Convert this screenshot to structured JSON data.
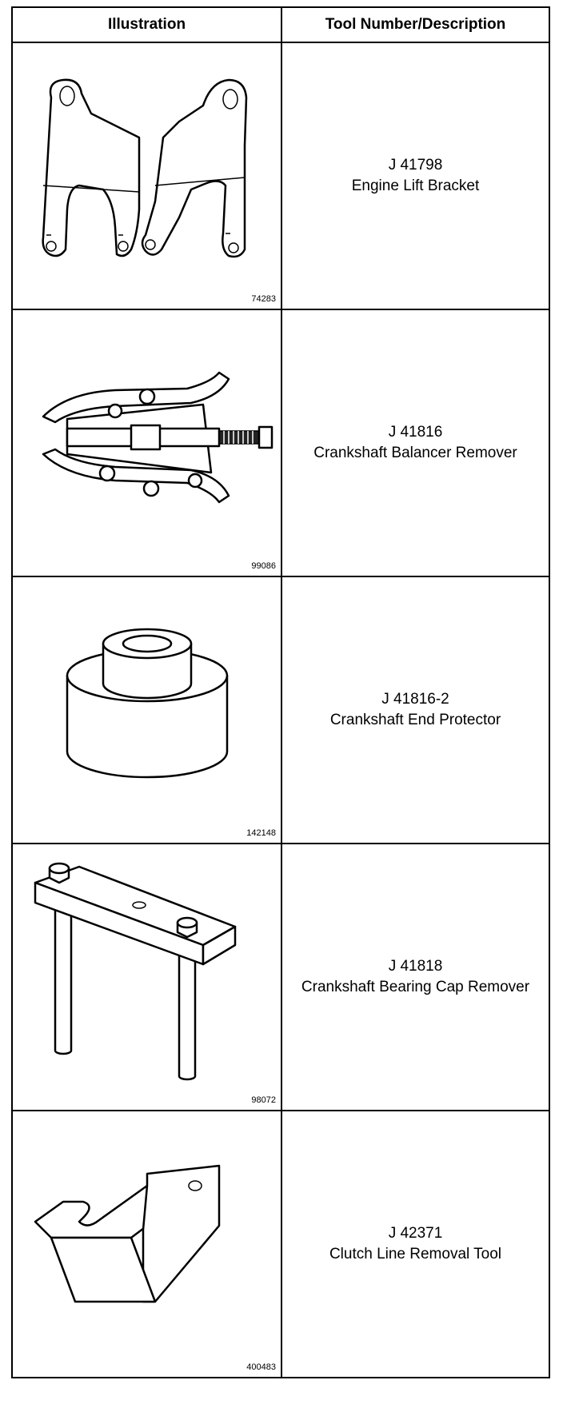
{
  "table": {
    "headers": {
      "illustration": "Illustration",
      "description": "Tool Number/Description"
    },
    "rows": [
      {
        "tool_number": "J 41798",
        "description": "Engine Lift Bracket",
        "figure_number": "74283",
        "icon": "engine-lift-bracket-illustration"
      },
      {
        "tool_number": "J 41816",
        "description": "Crankshaft Balancer Remover",
        "figure_number": "99086",
        "icon": "balancer-remover-illustration"
      },
      {
        "tool_number": "J 41816-2",
        "description": "Crankshaft End Protector",
        "figure_number": "142148",
        "icon": "end-protector-illustration"
      },
      {
        "tool_number": "J 41818",
        "description": "Crankshaft Bearing Cap Remover",
        "figure_number": "98072",
        "icon": "bearing-cap-remover-illustration"
      },
      {
        "tool_number": "J 42371",
        "description": "Clutch Line Removal Tool",
        "figure_number": "400483",
        "icon": "clutch-line-tool-illustration"
      }
    ]
  }
}
